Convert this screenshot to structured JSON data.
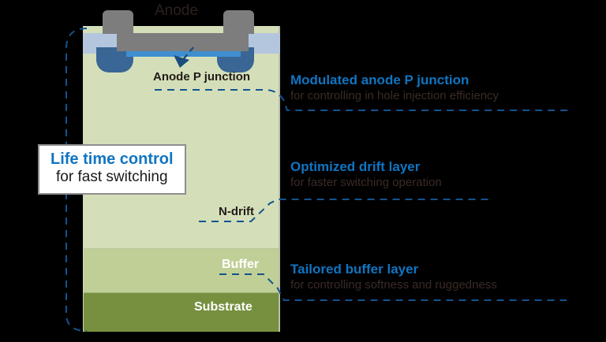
{
  "diagram": {
    "title_label": "Anode",
    "device_layers": [
      {
        "name": "n-drift",
        "label": "N-drift",
        "color": "#d4dfba"
      },
      {
        "name": "buffer",
        "label": "Buffer",
        "color": "#c0cf96"
      },
      {
        "name": "substrate",
        "label": "Substrate",
        "color": "#76903f"
      }
    ],
    "anode_junction_label": "Anode P junction",
    "callout": {
      "title": "Life time control",
      "subtitle": "for fast switching"
    },
    "features": [
      {
        "name": "modulated-anode-p-junction",
        "title": "Modulated anode P junction",
        "subtitle": "for controlling in hole injection efficiency"
      },
      {
        "name": "optimized-drift-layer",
        "title": "Optimized drift layer",
        "subtitle": "for faster switching operation"
      },
      {
        "name": "tailored-buffer-layer",
        "title": "Tailored buffer layer",
        "subtitle": "for controlling softness and ruggedness"
      }
    ],
    "colors": {
      "accent_blue": "#1075c2",
      "dashed_blue": "#13538e",
      "metal_gray": "#7d7d7d",
      "oxide_blue": "#b4c6de",
      "p_junction_blue": "#3f8fd0",
      "p_well_blue": "#3a6695",
      "text_dark": "#231a16"
    }
  }
}
